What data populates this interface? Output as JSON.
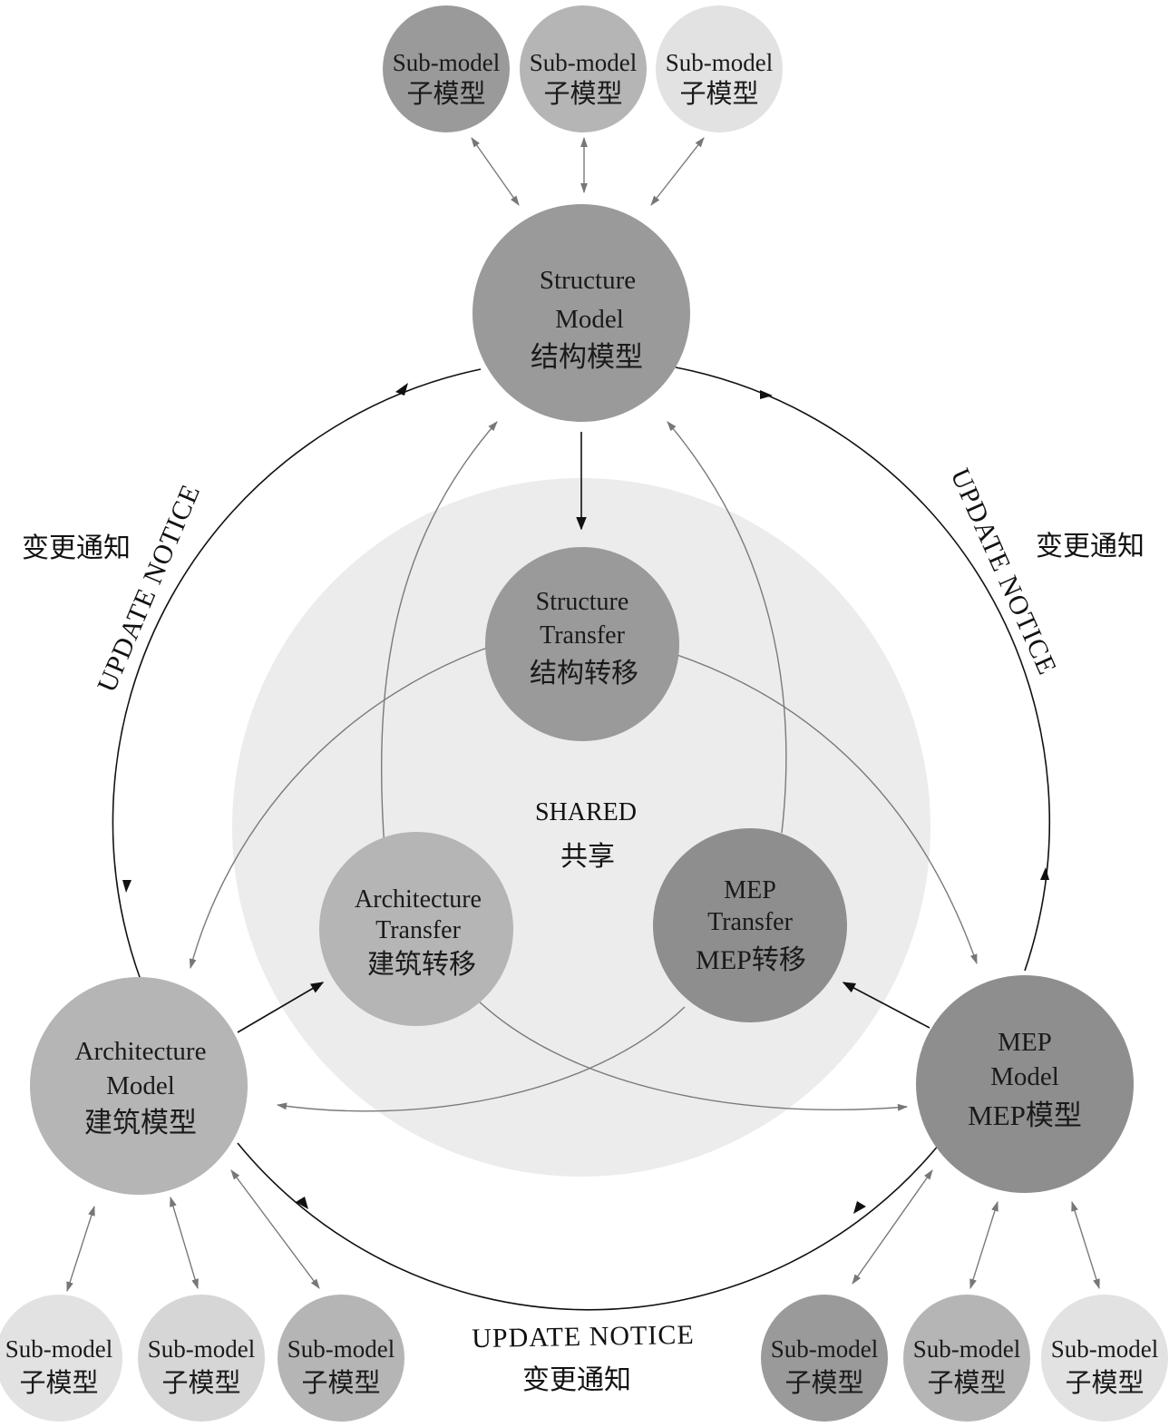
{
  "shared": {
    "en": "SHARED",
    "zh": "共享"
  },
  "models": {
    "structure": {
      "line1": "Structure",
      "line2": "Model",
      "zh": "结构模型"
    },
    "architecture": {
      "line1": "Architecture",
      "line2": "Model",
      "zh": "建筑模型"
    },
    "mep": {
      "line1": "MEP",
      "line2": "Model",
      "zh": "MEP模型"
    }
  },
  "transfers": {
    "structure": {
      "line1": "Structure",
      "line2": "Transfer",
      "zh": "结构转移"
    },
    "architecture": {
      "line1": "Architecture",
      "line2": "Transfer",
      "zh": "建筑转移"
    },
    "mep": {
      "line1": "MEP",
      "line2": "Transfer",
      "zh": "MEP转移"
    }
  },
  "submodel": {
    "en": "Sub-model",
    "zh": "子模型"
  },
  "update_notice": {
    "en": "UPDATE NOTICE",
    "zh": "变更通知"
  },
  "colors": {
    "dark": "#9a9a9a",
    "mid": "#b5b5b5",
    "light": "#d6d6d6",
    "pale": "#e2e2e2",
    "shared_bg": "#ececec"
  }
}
